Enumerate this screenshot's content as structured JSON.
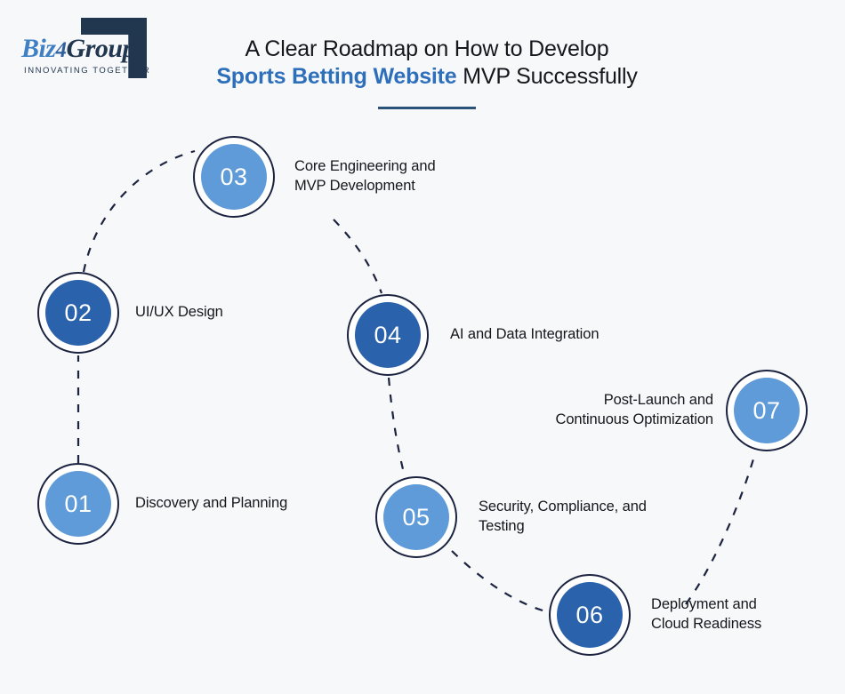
{
  "background_color": "#f7f8fa",
  "brand": {
    "logo_word_biz": "Biz",
    "logo_word_four": "4",
    "logo_word_group": "Group",
    "logo_tagline": "INNOVATING TOGETHER",
    "navy": "#21364f",
    "blue": "#3f7fc4"
  },
  "header": {
    "title_line1": "A Clear Roadmap on How to Develop",
    "title_line2_accent": "Sports Betting Website",
    "title_line2_rest": " MVP Successfully",
    "accent_color": "#2e6fbb",
    "rule_color": "#2b5379"
  },
  "roadmap": {
    "light_blue": "#5f9bd8",
    "dark_blue": "#2a62ac",
    "ring_color": "#1b2340",
    "steps": [
      {
        "number": "01",
        "label": "Discovery and Planning",
        "shade": "light",
        "label_side": "right"
      },
      {
        "number": "02",
        "label": "UI/UX Design",
        "shade": "dark",
        "label_side": "right"
      },
      {
        "number": "03",
        "label": "Core Engineering and\nMVP Development",
        "shade": "light",
        "label_side": "right"
      },
      {
        "number": "04",
        "label": "AI and Data Integration",
        "shade": "dark",
        "label_side": "right"
      },
      {
        "number": "05",
        "label": "Security, Compliance, and\nTesting",
        "shade": "light",
        "label_side": "right"
      },
      {
        "number": "06",
        "label": "Deployment and\nCloud Readiness",
        "shade": "dark",
        "label_side": "right"
      },
      {
        "number": "07",
        "label": "Post-Launch and\nContinuous Optimization",
        "shade": "light",
        "label_side": "left"
      }
    ]
  }
}
